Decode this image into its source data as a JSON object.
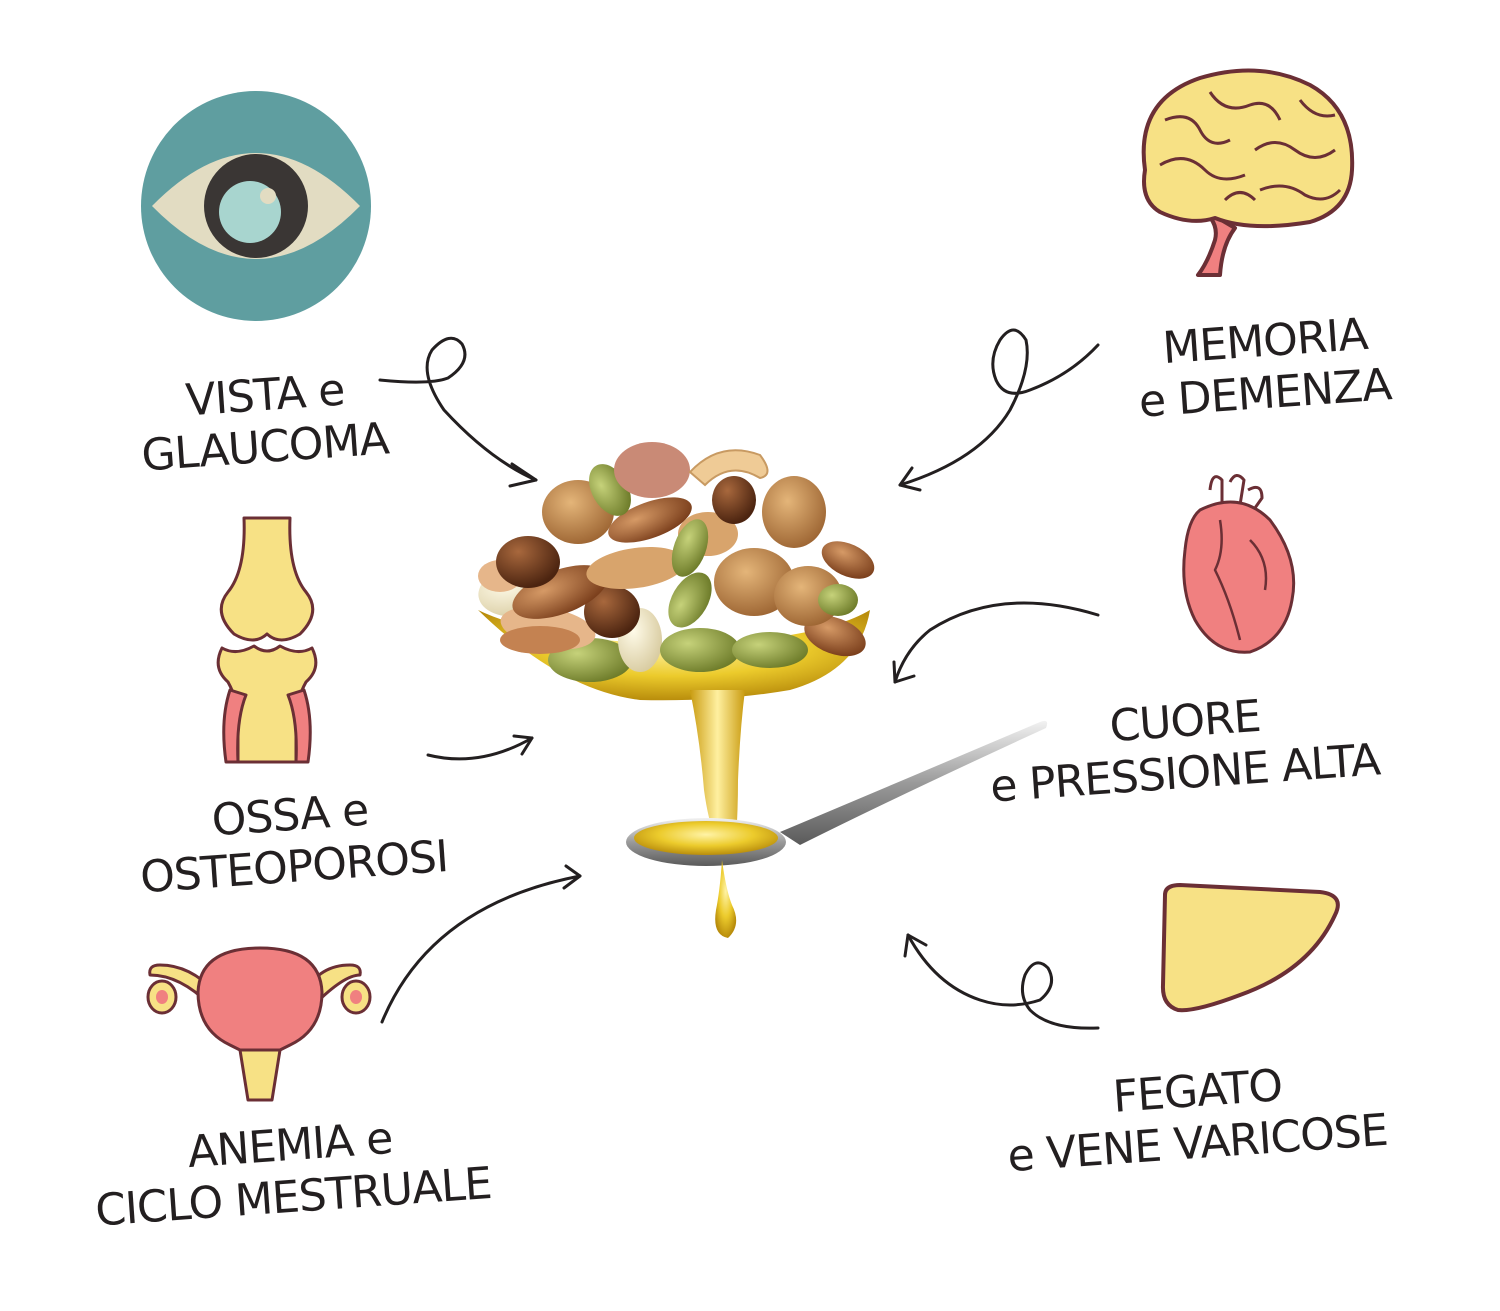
{
  "labels": {
    "vista": {
      "line1": "VISTA e",
      "line2": "GLAUCOMA"
    },
    "ossa": {
      "line1": "OSSA e",
      "line2": "OSTEOPOROSI"
    },
    "anemia": {
      "line1": "ANEMIA  e",
      "line2": "CICLO MESTRUALE"
    },
    "memoria": {
      "line1": "MEMORIA",
      "line2": "e DEMENZA"
    },
    "cuore": {
      "line1": "CUORE",
      "line2": "e  PRESSIONE ALTA"
    },
    "fegato": {
      "line1": "FEGATO",
      "line2": "e VENE  VARICOSE"
    }
  },
  "icons": {
    "eye": "eye-icon",
    "bone": "knee-joint-icon",
    "uterus": "uterus-icon",
    "brain": "brain-icon",
    "heart": "heart-icon",
    "liver": "liver-icon",
    "center": "nuts-and-oil-spoon-image"
  },
  "colors": {
    "teal": "#5f9ea0",
    "eye_white": "#e2dcc2",
    "pupil": "#3a3634",
    "iris": "#a8d5cf",
    "organ_yellow": "#f7e185",
    "organ_outline": "#6b2f35",
    "organ_pink": "#f08080",
    "oil_gold": "#e8c21e",
    "text": "#231f20"
  }
}
